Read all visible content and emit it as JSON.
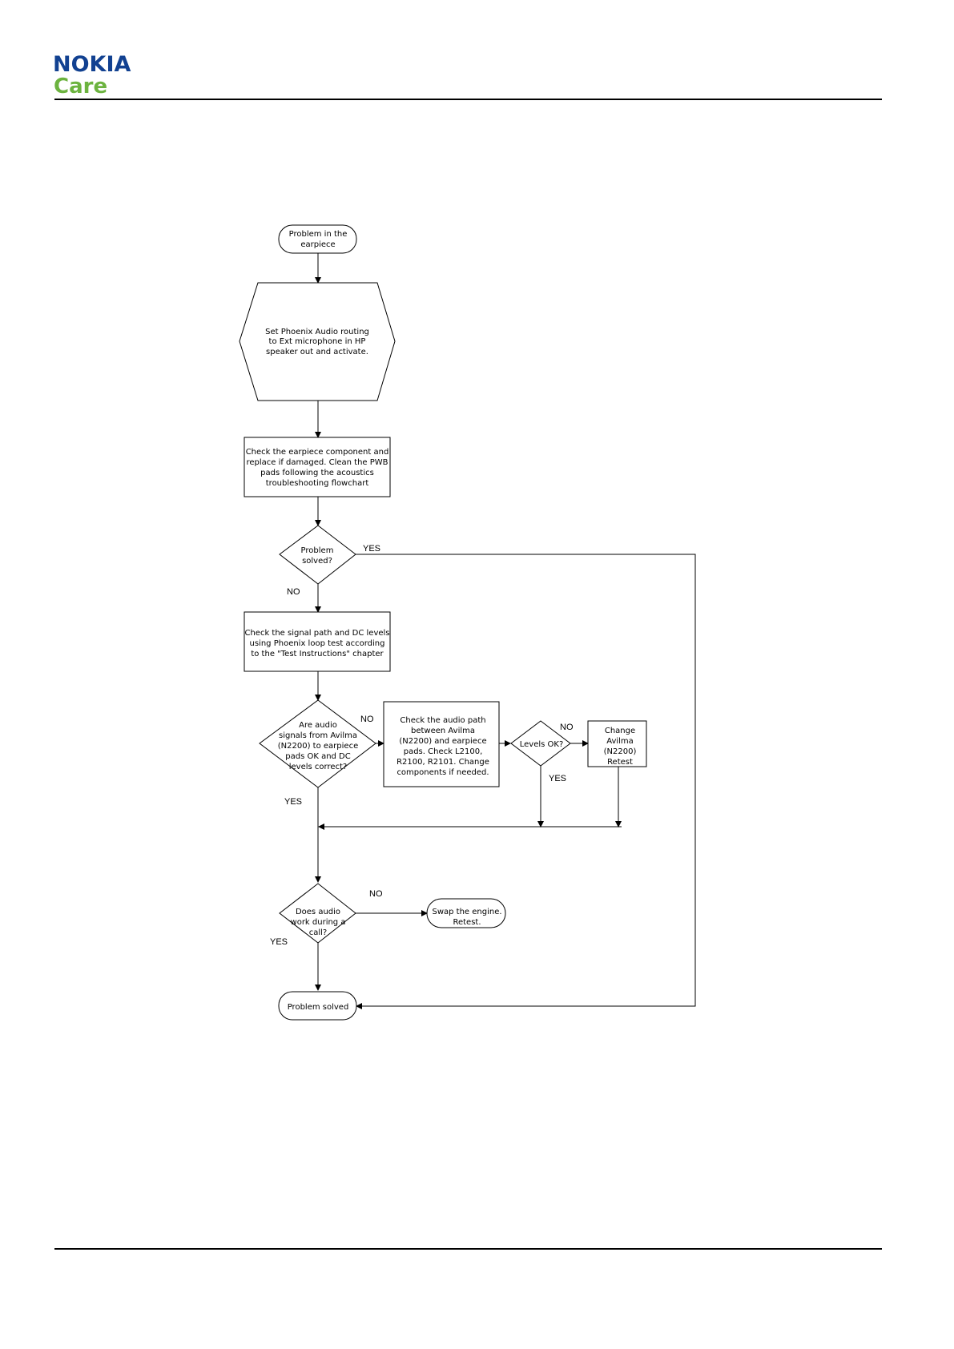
{
  "brand": {
    "name_top": "NOKIA",
    "name_bottom": "Care"
  },
  "flowchart": {
    "start": [
      "Problem in the",
      "earpiece"
    ],
    "step_routing": [
      "Set Phoenix Audio routing",
      "to Ext microphone in HP",
      "speaker out and activate."
    ],
    "step_check_earpiece": [
      "Check the earpiece component and",
      "replace if damaged. Clean the PWB",
      "pads following the acoustics",
      "troubleshooting flowchart"
    ],
    "decision_solved": [
      "Problem",
      "solved?"
    ],
    "step_signal_path": [
      "Check the signal path and DC levels",
      "using Phoenix loop test according",
      "to the \"Test Instructions\" chapter"
    ],
    "decision_audio_signals": [
      "Are audio",
      "signals from Avilma",
      "(N2200)  to earpiece",
      "pads OK and DC",
      "levels correct?"
    ],
    "step_audio_path": [
      "Check the audio path",
      "between Avilma",
      "(N2200) and earpiece",
      "pads. Check L2100,",
      "R2100, R2101. Change",
      "components if needed."
    ],
    "decision_levels": [
      "Levels OK?"
    ],
    "step_change_avilma": [
      "Change",
      "Avilma",
      "(N2200)",
      "Retest"
    ],
    "decision_call": [
      "Does audio",
      "work during a",
      "call?"
    ],
    "step_swap": [
      "Swap the engine.",
      "Retest."
    ],
    "end": [
      "Problem solved"
    ],
    "labels": {
      "yes_solved": "YES",
      "no_solved": "NO",
      "no_audio": "NO",
      "yes_audio": "YES",
      "no_levels": "NO",
      "yes_levels": "YES",
      "no_call": "NO",
      "yes_call": "YES"
    }
  }
}
